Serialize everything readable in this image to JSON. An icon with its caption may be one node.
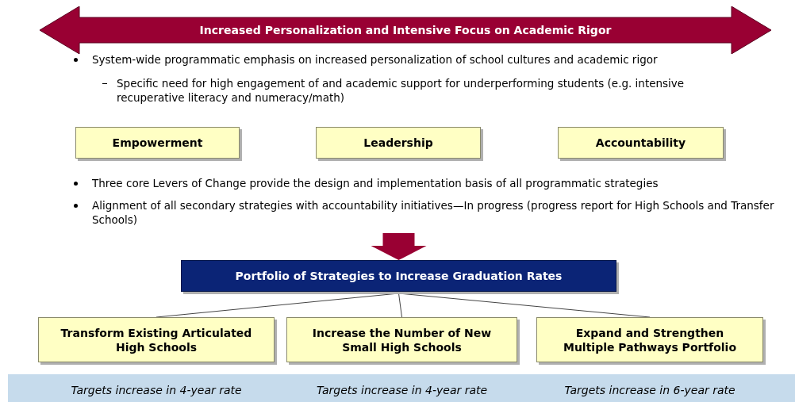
{
  "diagram": {
    "nodes": [
      {
        "text": [
          "Increased Personalization and Intensive Focus on Academic Rigor"
        ]
      },
      {
        "text": [
          "Empowerment"
        ]
      },
      {
        "text": [
          "Leadership"
        ]
      },
      {
        "text": [
          "Accountability"
        ]
      },
      {
        "text": [
          "Portfolio of Strategies to Increase Graduation Rates"
        ]
      },
      {
        "text": [
          "Transform Existing Articulated High Schools"
        ],
        "beside": [
          "Targets increase in 4-year rate"
        ]
      },
      {
        "text": [
          "Increase the Number of New Small High Schools"
        ],
        "beside": [
          "Targets increase in 4-year rate"
        ]
      },
      {
        "text": [
          "Expand and Strengthen Multiple Pathways Portfolio"
        ],
        "beside": [
          "Targets increase in 6-year rate"
        ]
      }
    ],
    "edges": [
      {
        "from": null,
        "to": 4,
        "arrow": "to",
        "style": "thick",
        "color": "#990033"
      },
      {
        "from": 4,
        "to": 5,
        "arrow": "none"
      },
      {
        "from": 4,
        "to": 6,
        "arrow": "none"
      },
      {
        "from": 4,
        "to": 7,
        "arrow": "none"
      }
    ],
    "labels": [
      "System-wide programmatic emphasis on increased personalization of school cultures and academic rigor",
      "Specific need for high engagement of and academic support for underperforming students (e.g. intensive recuperative literacy and numeracy/math)",
      "Three core Levers of Change provide the design and implementation basis of all programmatic strategies",
      "Alignment of all secondary strategies with accountability initiatives—In progress (progress report for High Schools and Transfer Schools)"
    ]
  }
}
